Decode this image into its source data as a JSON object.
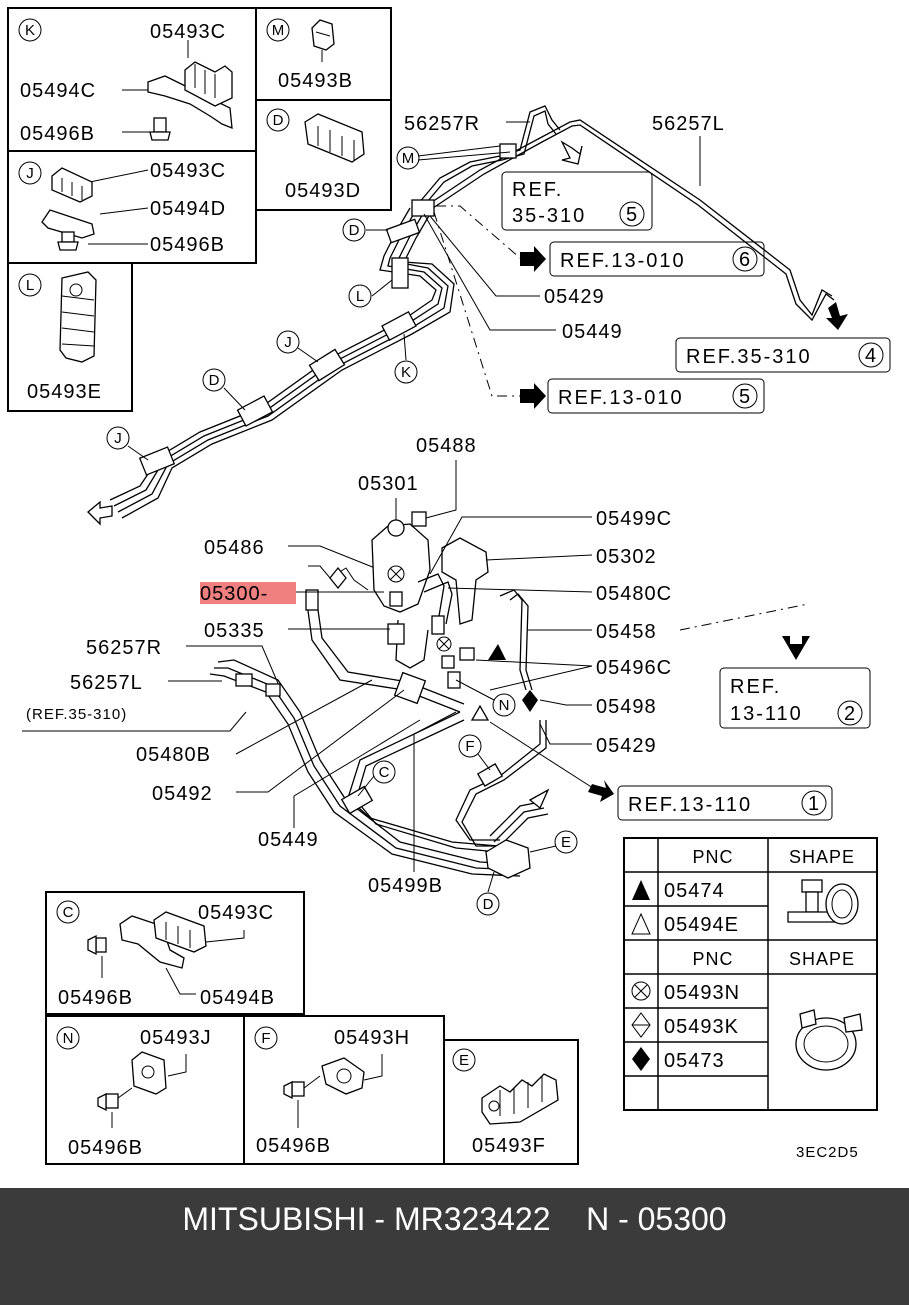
{
  "callouts": {
    "k": "K",
    "m": "M",
    "d": "D",
    "j": "J",
    "l": "L",
    "c": "C",
    "n": "N",
    "f": "F",
    "e": "E"
  },
  "parts": {
    "p05493C": "05493C",
    "p05494C": "05494C",
    "p05496B": "05496B",
    "p05493B": "05493B",
    "p05493D": "05493D",
    "p05494D": "05494D",
    "p05493E": "05493E",
    "p56257R": "56257R",
    "p56257L": "56257L",
    "p05429": "05429",
    "p05449": "05449",
    "p05488": "05488",
    "p05301": "05301",
    "p05499C": "05499C",
    "p05486": "05486",
    "p05302": "05302",
    "p05300": "05300-",
    "p05480C": "05480C",
    "p05335": "05335",
    "p05458": "05458",
    "p05496C": "05496C",
    "p05498": "05498",
    "p05480B": "05480B",
    "p05492": "05492",
    "p05499B": "05499B",
    "p05494B": "05494B",
    "p05493J": "05493J",
    "p05493H": "05493H",
    "p05493F": "05493F"
  },
  "refs": {
    "r35_310_5a": "REF.",
    "r35_310_5b": "35-310",
    "r35_310_5n": "5",
    "r13_010_6": "REF.13-010",
    "r13_010_6n": "6",
    "r35_310_4": "REF.35-310",
    "r35_310_4n": "4",
    "r13_010_5": "REF.13-010",
    "r13_010_5n": "5",
    "r13_110_2a": "REF.",
    "r13_110_2b": "13-110",
    "r13_110_2n": "2",
    "r13_110_1": "REF.13-110",
    "r13_110_1n": "1",
    "r35_310_plain": "(REF.35-310)"
  },
  "legend": {
    "pnc_header": "PNC",
    "shape_header": "SHAPE",
    "rows_a": [
      "05474",
      "05494E"
    ],
    "rows_b": [
      "05493N",
      "05493K",
      "05473"
    ]
  },
  "figure_code": "3EC2D5",
  "highlight_color": "#f08080",
  "footer": {
    "brand": "MITSUBISHI",
    "sep1": " - ",
    "part_number": "MR323422",
    "gap": "    ",
    "code": "N - 05300"
  }
}
